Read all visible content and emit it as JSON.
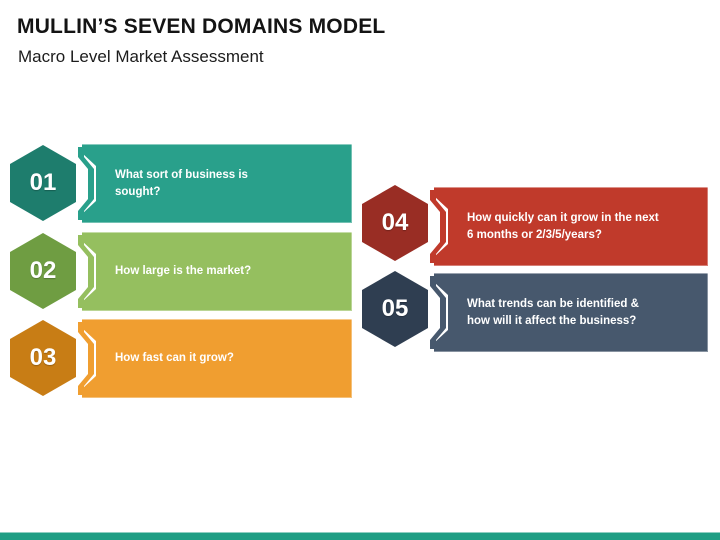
{
  "slide": {
    "title": "MULLIN’S SEVEN DOMAINS MODEL",
    "subtitle": "Macro Level Market Assessment"
  },
  "items": [
    {
      "number": "01",
      "text": "What sort of business is\nsought?",
      "card_color": "#29a08b",
      "hex_color": "#1e7d6d"
    },
    {
      "number": "02",
      "text": "How large is the market?",
      "card_color": "#95bf5f",
      "hex_color": "#6f9d42"
    },
    {
      "number": "03",
      "text": "How fast can it grow?",
      "card_color": "#f09e30",
      "hex_color": "#c87d15"
    },
    {
      "number": "04",
      "text": "How quickly can it grow in the next\n6 months or 2/3/5/years?",
      "card_color": "#c03a2b",
      "hex_color": "#992d24"
    },
    {
      "number": "05",
      "text": "What trends can be identified &\nhow will it affect the business?",
      "card_color": "#47586d",
      "hex_color": "#2f3e51"
    }
  ],
  "footer": {
    "bar_color": "#1f9e84"
  }
}
